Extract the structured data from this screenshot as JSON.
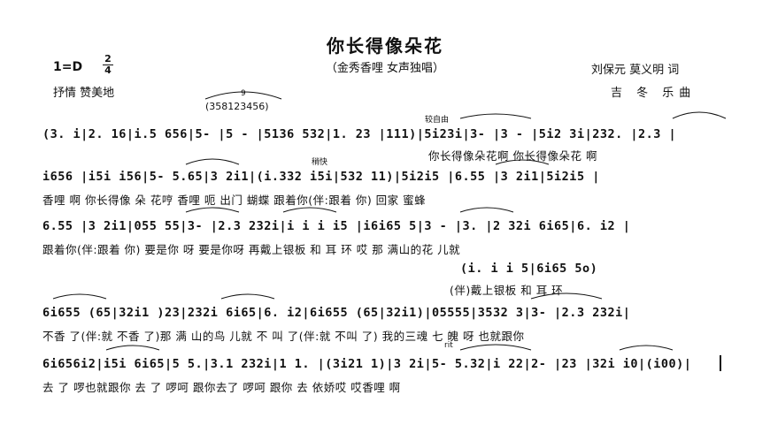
{
  "title": "你长得像朵花",
  "subtitle": "（金秀香哩 女声独唱）",
  "key": "1=D",
  "meter": {
    "num": "2",
    "den": "4"
  },
  "tempo": "抒情 赞美地",
  "credits": {
    "lyricist": "刘保元 莫义明 词",
    "composer": "吉 冬 乐曲"
  },
  "marks": {
    "inner_label": "(358123456)",
    "fermata_num": "9",
    "free_tempo": "较自由",
    "faster": "稍快",
    "rit": "rit"
  },
  "rows": [
    {
      "notes": "(3. i|2. 16|i.5 656|5- |5 - |5136 532|1. 23 |111)|5i23i|3- |3 - |5i2 3i|232. |2.3 |",
      "lyrics": "你长得像朵花啊    你长得像朵花  啊"
    },
    {
      "notes": "i656 |i5i i56|5- 5.65|3 2i1|(i.332 i5i|532 11)|5i2i5 |6.55 |3 2i1|5i2i5 |",
      "lyrics": "香哩 啊 你长得像 朵 花哼      香哩 呃                  出门  蝴蝶 跟着你(伴:跟着 你) 回家  蜜蜂"
    },
    {
      "notes": "6.55 |3 2i1|055 55|3- |2.3 232i|i i i i5 |i6i65 5|3 - |3.  |2 32i 6i65|6. i2 |",
      "lyrics": "跟着你(伴:跟着 你)   要是你   呀     要是你呀    再戴上银板  和  耳  环  哎             那  满山的花   儿就"
    },
    {
      "notes": "(i. i i 5|6i65 5o)",
      "lyrics": "(伴)戴上银板   和   耳   环"
    },
    {
      "notes": "6i655 (65|32i1 )23|232i 6i65|6. i2|6i655 (65|32i1)|05555|3532 3|3- |2.3 232i|",
      "lyrics": "不香 了(伴:就  不香 了)那  满 山的鸟     儿就  不 叫 了(伴:就 不叫 了)  我的三魂 七 魄  呀       也就跟你"
    },
    {
      "notes": "6i656i2|i5i 6i65|5 5.|3.1 232i|1 1. |(3i21 1)|3 2i|5- 5.32|i 22|2- |23 |32i i0|(i00)|",
      "lyrics": "去 了 啰也就跟你   去  了     啰呵  跟你去了     啰呵               跟你   去        依娇哎        哎香哩  啊"
    }
  ]
}
